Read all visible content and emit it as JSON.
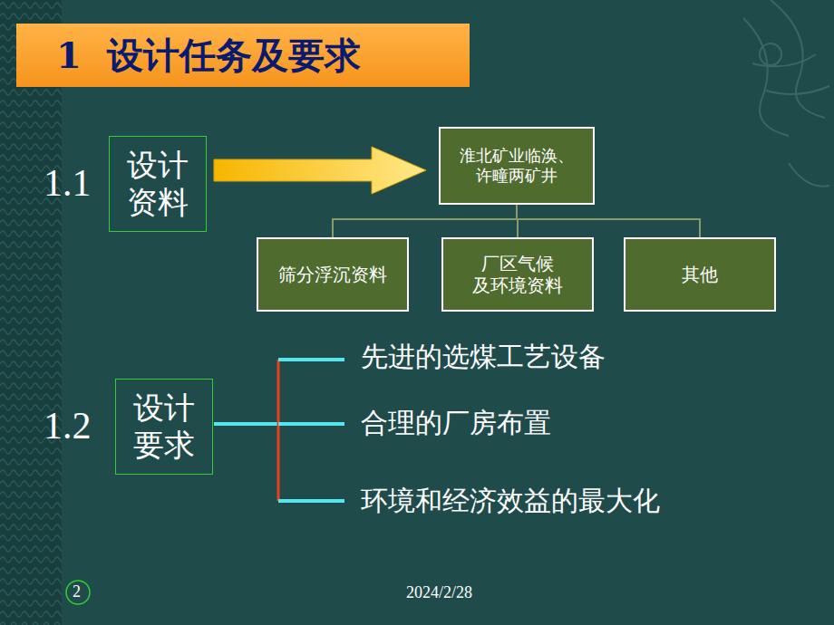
{
  "diagram": {
    "title": "1  设计任务及要求",
    "nodes": [
      {
        "text": [
          "设计 资料"
        ]
      },
      {
        "text": [
          "淮北矿业临涣、 许疃两矿井"
        ]
      },
      {
        "text": [
          "筛分浮沉资料"
        ]
      },
      {
        "text": [
          "厂区气候 及环境资料"
        ]
      },
      {
        "text": [
          "其他"
        ]
      },
      {
        "text": [
          "设计 要求"
        ]
      }
    ],
    "edges": [
      {
        "from": 0,
        "to": 1,
        "arrow": "to"
      },
      {
        "from": 1,
        "to": 2,
        "arrow": "none"
      },
      {
        "from": 1,
        "to": 3,
        "arrow": "none"
      },
      {
        "from": 1,
        "to": 4,
        "arrow": "none"
      }
    ],
    "labels": [
      "1.1",
      "1.2",
      "先进的选煤工艺设备",
      "合理的厂房布置",
      "环境和经济效益的最大化",
      "2",
      "2024/2/28"
    ]
  }
}
